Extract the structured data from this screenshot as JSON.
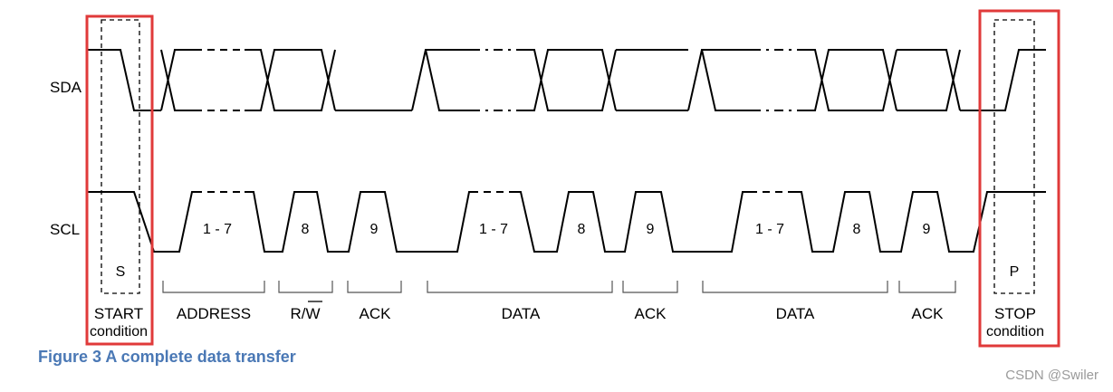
{
  "signals": {
    "sda": "SDA",
    "scl": "SCL"
  },
  "start": {
    "symbol": "S",
    "label": "START",
    "sublabel": "condition"
  },
  "stop": {
    "symbol": "P",
    "label": "STOP",
    "sublabel": "condition"
  },
  "pulses": [
    "1 - 7",
    "8",
    "9",
    "1 - 7",
    "8",
    "9",
    "1 - 7",
    "8",
    "9"
  ],
  "segments": [
    "ADDRESS",
    "R/W",
    "ACK",
    "DATA",
    "ACK",
    "DATA",
    "ACK"
  ],
  "rw_overline": "W",
  "caption": "Figure 3 A complete data transfer",
  "watermark": "CSDN @Swiler",
  "colors": {
    "highlight_box": "#e03a3a",
    "caption": "#4a78b5",
    "line": "#000000"
  }
}
